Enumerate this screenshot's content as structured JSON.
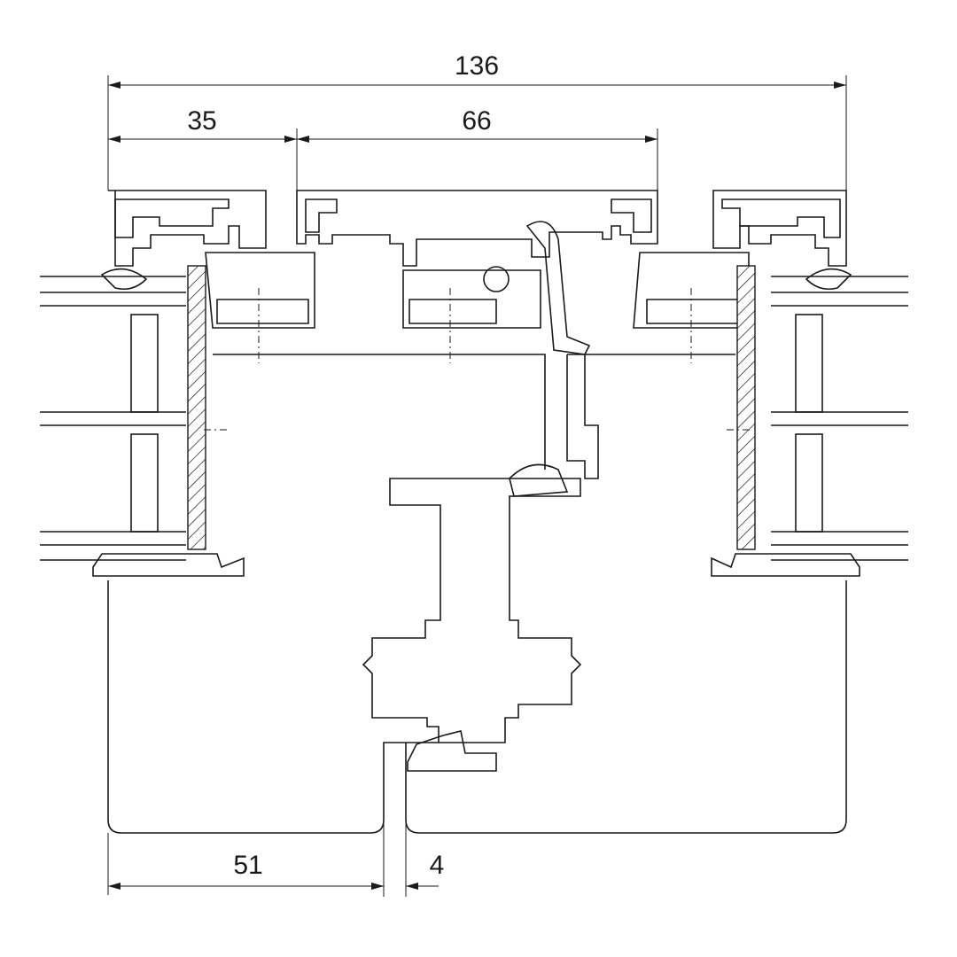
{
  "drawing": {
    "dimensions": {
      "overall_width": "136",
      "left_frame_width": "35",
      "center_width": "66",
      "bottom_sash_width": "51",
      "gap_width": "4"
    },
    "line_color": "#1a1a1a"
  }
}
